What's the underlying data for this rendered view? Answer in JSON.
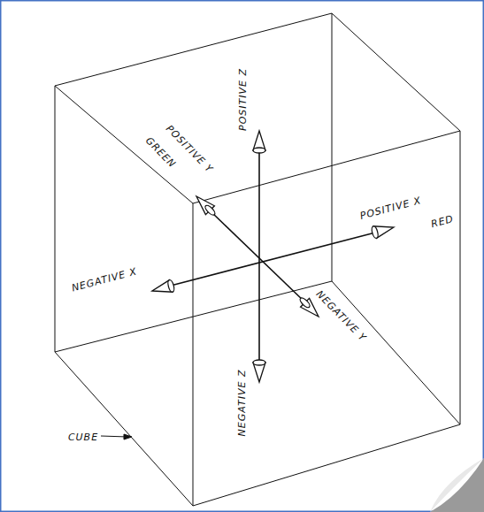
{
  "diagram": {
    "labels": [
      "POSITIVE Z",
      "POSITIVE Y",
      "GREEN",
      "POSITIVE X",
      "RED",
      "NEGATIVE X",
      "NEGATIVE Y",
      "NEGATIVE Z",
      "CUBE"
    ]
  }
}
